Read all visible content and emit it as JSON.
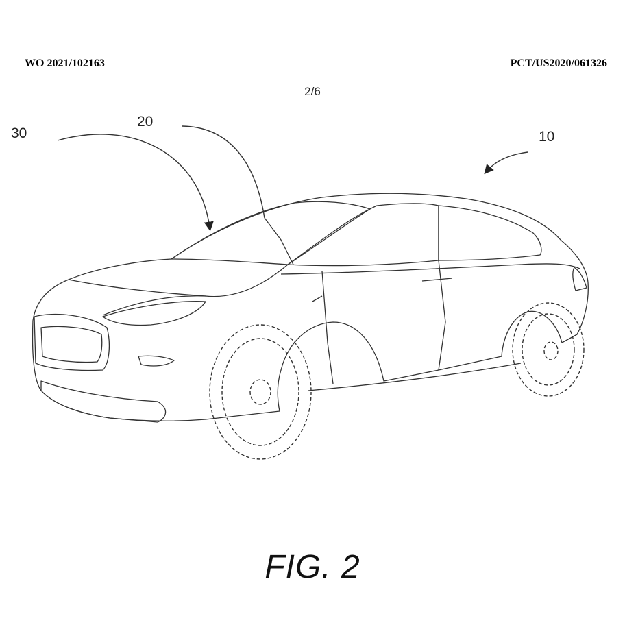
{
  "header": {
    "publication_number": "WO 2021/102163",
    "application_number": "PCT/US2020/061326",
    "sheet": "2/6"
  },
  "references": {
    "ref_10": "10",
    "ref_20": "20",
    "ref_30": "30"
  },
  "figure": {
    "caption": "FIG. 2",
    "subject_icon": "car-perspective-drawing",
    "line_color": "#222222"
  }
}
